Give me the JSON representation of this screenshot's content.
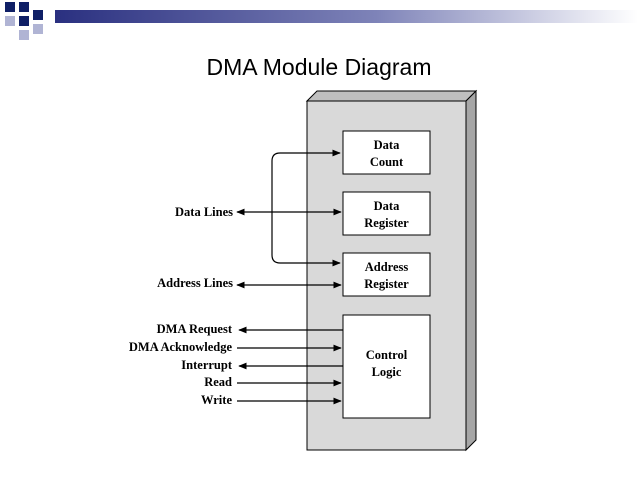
{
  "slide": {
    "title": "DMA Module Diagram"
  },
  "colors": {
    "header_squares": "#0f1f66",
    "header_band": "#2a3080",
    "module_fill": "#d9d9d9",
    "module_side": "#a6a6a6"
  },
  "diagram": {
    "registers": {
      "data_count": [
        "Data",
        "Count"
      ],
      "data_register": [
        "Data",
        "Register"
      ],
      "address_register": [
        "Address",
        "Register"
      ],
      "control_logic": [
        "Control",
        "Logic"
      ]
    },
    "signals": {
      "data_lines": "Data Lines",
      "address_lines": "Address Lines",
      "dma_request": "DMA Request",
      "dma_acknowledge": "DMA Acknowledge",
      "interrupt": "Interrupt",
      "read": "Read",
      "write": "Write"
    }
  }
}
